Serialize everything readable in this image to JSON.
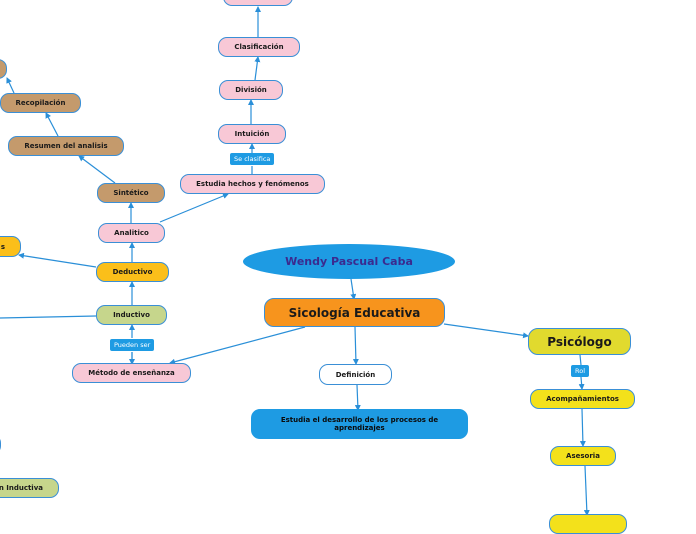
{
  "root": "Wendy Pascual Caba",
  "main": "Sicología Educativa",
  "definicion": {
    "title": "Definición",
    "text": "Estudia el desarrollo de los procesos de aprendizajes"
  },
  "psicologo": {
    "title": "Psicólogo",
    "edge_label": "Rol",
    "items": [
      "Acompañamientos",
      "Asesoria"
    ]
  },
  "metodo": {
    "title": "Método de enseñanza",
    "edge_label": "Pueden ser",
    "inductivo": "Inductivo",
    "deductivo": "Deductivo",
    "analitico": "Analitico",
    "sintetico": "Sintético",
    "resumen": "Resumen del analisis",
    "recopilacion": "Recopilación",
    "partial_s": "s",
    "partial_inductiva": "n Inductiva"
  },
  "estudia": {
    "title": "Estudia hechos y fenómenos",
    "edge_label": "Se clasifica",
    "intuicion": "Intuición",
    "division": "División",
    "clasificacion": "Clasificación"
  }
}
